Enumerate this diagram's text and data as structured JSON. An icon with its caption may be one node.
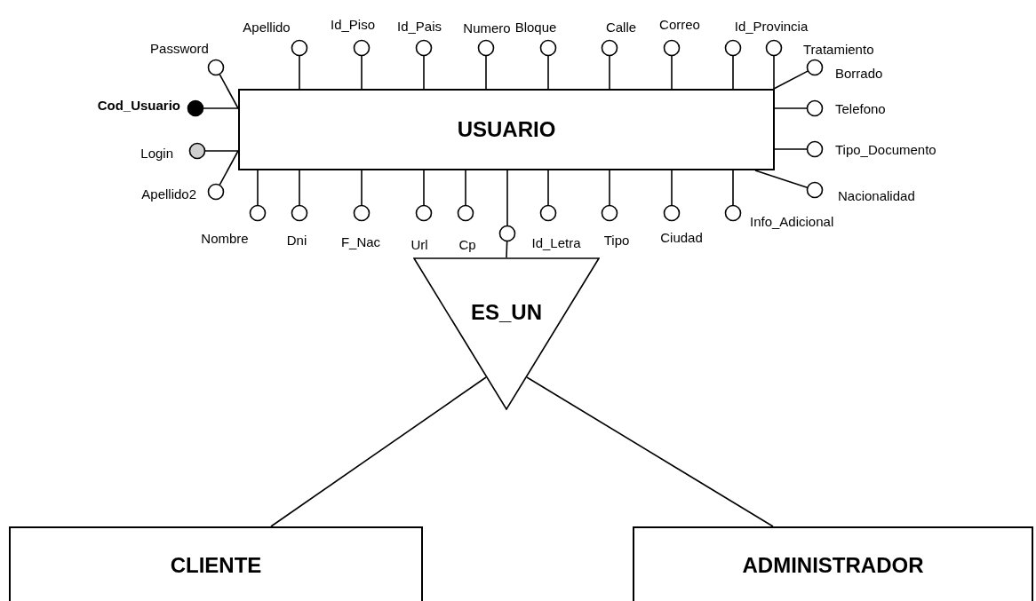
{
  "diagram": {
    "nodes": [
      {
        "text": [
          "USUARIO"
        ]
      },
      {
        "text": [
          "Password"
        ]
      },
      {
        "text": [
          "Apellido"
        ]
      },
      {
        "text": [
          "Id_Piso"
        ]
      },
      {
        "text": [
          "Id_Pais"
        ]
      },
      {
        "text": [
          "Numero"
        ]
      },
      {
        "text": [
          "Bloque"
        ]
      },
      {
        "text": [
          "Calle"
        ]
      },
      {
        "text": [
          "Correo"
        ]
      },
      {
        "text": [
          "Id_Provincia"
        ]
      },
      {
        "text": [
          "Tratamiento"
        ]
      },
      {
        "text": [
          "Borrado"
        ]
      },
      {
        "text": [
          "Cod_Usuario"
        ]
      },
      {
        "text": [
          "Telefono"
        ]
      },
      {
        "text": [
          "Login"
        ]
      },
      {
        "text": [
          "Tipo_Documento"
        ]
      },
      {
        "text": [
          "Apellido2"
        ]
      },
      {
        "text": [
          "Nacionalidad"
        ]
      },
      {
        "text": [
          "Nombre"
        ]
      },
      {
        "text": [
          "Dni"
        ]
      },
      {
        "text": [
          "F_Nac"
        ]
      },
      {
        "text": [
          "Url"
        ]
      },
      {
        "text": [
          "Cp"
        ]
      },
      {
        "text": [],
        "shape": "circle"
      },
      {
        "text": [
          "Id_Letra"
        ]
      },
      {
        "text": [
          "Tipo"
        ]
      },
      {
        "text": [
          "Ciudad"
        ]
      },
      {
        "text": [
          "Info_Adicional"
        ]
      },
      {
        "text": [
          "ES_UN"
        ]
      },
      {
        "text": [
          "CLIENTE"
        ]
      },
      {
        "text": [
          "ADMINISTRADOR"
        ]
      }
    ],
    "edges": [
      {
        "from": 0,
        "to": 1,
        "arrow": "none"
      },
      {
        "from": 0,
        "to": 2,
        "arrow": "none"
      },
      {
        "from": 0,
        "to": 3,
        "arrow": "none"
      },
      {
        "from": 0,
        "to": 4,
        "arrow": "none"
      },
      {
        "from": 0,
        "to": 5,
        "arrow": "none"
      },
      {
        "from": 0,
        "to": 6,
        "arrow": "none"
      },
      {
        "from": 0,
        "to": 7,
        "arrow": "none"
      },
      {
        "from": 0,
        "to": 8,
        "arrow": "none"
      },
      {
        "from": 0,
        "to": 9,
        "arrow": "none"
      },
      {
        "from": 0,
        "to": 10,
        "arrow": "none"
      },
      {
        "from": 0,
        "to": 11,
        "arrow": "none"
      },
      {
        "from": 0,
        "to": 12,
        "arrow": "none"
      },
      {
        "from": 0,
        "to": 13,
        "arrow": "none"
      },
      {
        "from": 0,
        "to": 14,
        "arrow": "none"
      },
      {
        "from": 0,
        "to": 15,
        "arrow": "none"
      },
      {
        "from": 0,
        "to": 16,
        "arrow": "none"
      },
      {
        "from": 0,
        "to": 17,
        "arrow": "none"
      },
      {
        "from": 0,
        "to": 18,
        "arrow": "none"
      },
      {
        "from": 0,
        "to": 19,
        "arrow": "none"
      },
      {
        "from": 0,
        "to": 20,
        "arrow": "none"
      },
      {
        "from": 0,
        "to": 21,
        "arrow": "none"
      },
      {
        "from": 0,
        "to": 22,
        "arrow": "none"
      },
      {
        "from": 0,
        "to": 23,
        "arrow": "none"
      },
      {
        "from": 0,
        "to": 24,
        "arrow": "none"
      },
      {
        "from": 0,
        "to": 25,
        "arrow": "none"
      },
      {
        "from": 0,
        "to": 26,
        "arrow": "none"
      },
      {
        "from": 0,
        "to": 27,
        "arrow": "none"
      },
      {
        "from": 23,
        "to": 28,
        "arrow": "none"
      },
      {
        "from": 28,
        "to": 29,
        "arrow": "none"
      },
      {
        "from": 28,
        "to": 30,
        "arrow": "none"
      }
    ]
  }
}
